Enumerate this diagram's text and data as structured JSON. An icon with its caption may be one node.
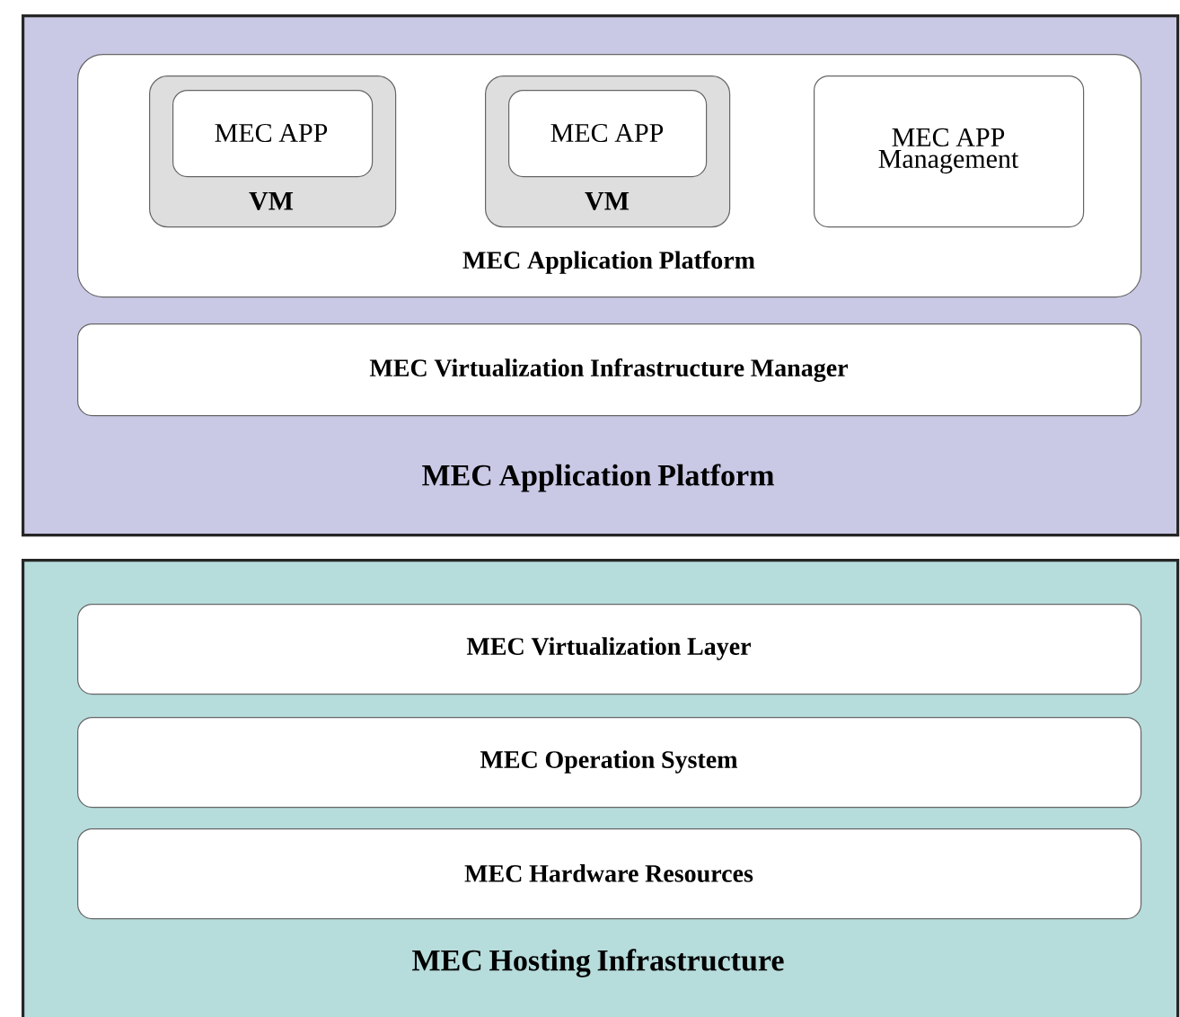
{
  "diagram": {
    "nodes": [
      {
        "text": [
          "MEC Application Platform"
        ]
      },
      {
        "text": [
          "MEC Application Platform"
        ],
        "in": 0
      },
      {
        "text": [
          "VM"
        ],
        "in": 1
      },
      {
        "text": [
          "MEC APP"
        ],
        "in": 2
      },
      {
        "text": [
          "VM"
        ],
        "in": 1
      },
      {
        "text": [
          "MEC APP"
        ],
        "in": 4
      },
      {
        "text": [
          "MEC APP Management"
        ],
        "in": 1
      },
      {
        "text": [
          "MEC Virtualization Infrastructure Manager"
        ],
        "in": 0
      },
      {
        "text": [
          "MEC Hosting Infrastructure"
        ]
      },
      {
        "text": [
          "MEC Virtualization Layer"
        ],
        "in": 8
      },
      {
        "text": [
          "MEC Operation System"
        ],
        "in": 8
      },
      {
        "text": [
          "MEC Hardware Resources"
        ],
        "in": 8
      }
    ]
  }
}
